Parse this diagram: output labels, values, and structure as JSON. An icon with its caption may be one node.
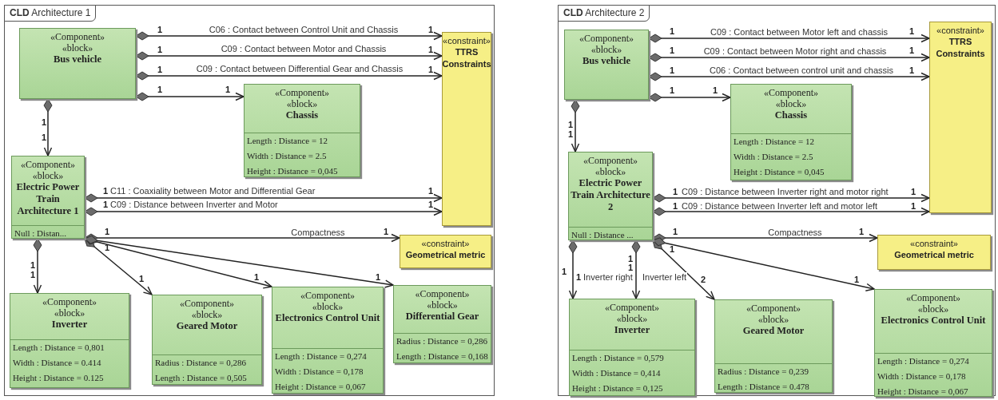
{
  "diagram": {
    "nodes": [
      {
        "text": [
          "**CLD** Architecture 1"
        ]
      },
      {
        "text": [
          "«Component»",
          "«block»",
          "Bus vehicle"
        ],
        "in": 0
      },
      {
        "text": [
          "«constraint»",
          "TTRS Constraints"
        ],
        "in": 0
      },
      {
        "text": [
          "«Component»",
          "«block»",
          "Chassis",
          "Length : Distance = 12",
          "Width : Distance = 2.5",
          "Height : Distance = 0,045"
        ],
        "in": 0
      },
      {
        "text": [
          "«Component»",
          "«block»",
          "Electric Power Train Architecture 1",
          "Null : Distan..."
        ],
        "in": 0
      },
      {
        "text": [
          "«constraint»",
          "Geometrical metric"
        ],
        "in": 0
      },
      {
        "text": [
          "«Component»",
          "«block»",
          "Inverter",
          "Length : Distance = 0,801",
          "Width : Distance = 0.414",
          "Height : Distance = 0.125"
        ],
        "in": 0
      },
      {
        "text": [
          "«Component»",
          "«block»",
          "Geared Motor",
          "Radius : Distance = 0,286",
          "Length : Distance = 0,505"
        ],
        "in": 0
      },
      {
        "text": [
          "«Component»",
          "«block»",
          "Electronics Control Unit",
          "Length : Distance = 0,274",
          "Width : Distance = 0,178",
          "Height : Distance = 0,067"
        ],
        "in": 0
      },
      {
        "text": [
          "«Component»",
          "«block»",
          "Differential Gear",
          "Radius : Distance = 0,286",
          "Length : Distance = 0,168"
        ],
        "in": 0
      },
      {
        "text": [
          "**CLD** Architecture 2"
        ]
      },
      {
        "text": [
          "«Component»",
          "«block»",
          "Bus vehicle"
        ],
        "in": 10
      },
      {
        "text": [
          "«constraint»",
          "TTRS Constraints"
        ],
        "in": 10
      },
      {
        "text": [
          "«Component»",
          "«block»",
          "Chassis",
          "Length : Distance = 12",
          "Width : Distance = 2.5",
          "Height : Distance = 0,045"
        ],
        "in": 10
      },
      {
        "text": [
          "«Component»",
          "«block»",
          "Electric Power Train Architecture 2",
          "Null : Distance ..."
        ],
        "in": 10
      },
      {
        "text": [
          "«constraint»",
          "Geometrical metric"
        ],
        "in": 10
      },
      {
        "text": [
          "«Component»",
          "«block»",
          "Inverter",
          "Length : Distance = 0,579",
          "Width : Distance = 0,414",
          "Height : Distance = 0,125"
        ],
        "in": 10
      },
      {
        "text": [
          "«Component»",
          "«block»",
          "Geared Motor",
          "Radius : Distance = 0,239",
          "Length : Distance = 0.478"
        ],
        "in": 10
      },
      {
        "text": [
          "«Component»",
          "«block»",
          "Electronics Control Unit",
          "Length : Distance = 0,274",
          "Width : Distance = 0,178",
          "Height : Distance = 0,067"
        ],
        "in": 10
      }
    ],
    "edges": [
      {
        "from": 1,
        "to": 2,
        "arrow": "to",
        "label": "C06 : Contact between Control Unit and Chassis"
      },
      {
        "from": 1,
        "to": 2,
        "arrow": "to",
        "label": "C09 : Contact between Motor and Chassis"
      },
      {
        "from": 1,
        "to": 2,
        "arrow": "to",
        "label": "C09 : Contact between Differential Gear and Chassis"
      },
      {
        "from": 1,
        "to": 3,
        "arrow": "to"
      },
      {
        "from": 1,
        "to": 4,
        "arrow": "to"
      },
      {
        "from": 4,
        "to": 2,
        "arrow": "to",
        "label": "C11 : Coaxiality between Motor and Differential Gear"
      },
      {
        "from": 4,
        "to": 2,
        "arrow": "to",
        "label": "C09 : Distance between Inverter and Motor"
      },
      {
        "from": 4,
        "to": 5,
        "arrow": "to",
        "label": "Compactness"
      },
      {
        "from": 4,
        "to": 6,
        "arrow": "to"
      },
      {
        "from": 4,
        "to": 7,
        "arrow": "to"
      },
      {
        "from": 4,
        "to": 8,
        "arrow": "to"
      },
      {
        "from": 4,
        "to": 9,
        "arrow": "to"
      },
      {
        "from": 11,
        "to": 12,
        "arrow": "to",
        "label": "C09 : Contact between Motor left and chassis"
      },
      {
        "from": 11,
        "to": 12,
        "arrow": "to",
        "label": "C09 : Contact between Motor right and chassis"
      },
      {
        "from": 11,
        "to": 12,
        "arrow": "to",
        "label": "C06 : Contact between control unit and chassis"
      },
      {
        "from": 11,
        "to": 13,
        "arrow": "to"
      },
      {
        "from": 11,
        "to": 14,
        "arrow": "to"
      },
      {
        "from": 14,
        "to": 12,
        "arrow": "to",
        "label": "C09 : Distance between Inverter right and motor right"
      },
      {
        "from": 14,
        "to": 12,
        "arrow": "to",
        "label": "C09 : Distance between Inverter left and motor left"
      },
      {
        "from": 14,
        "to": 15,
        "arrow": "to",
        "label": "Compactness"
      },
      {
        "from": 14,
        "to": 16,
        "arrow": "to",
        "label": "Inverter right"
      },
      {
        "from": 14,
        "to": 16,
        "arrow": "to",
        "label": "Inverter left"
      },
      {
        "from": 14,
        "to": 17,
        "arrow": "to"
      },
      {
        "from": 14,
        "to": 18,
        "arrow": "to"
      }
    ],
    "labels": [
      "1",
      "1",
      "1",
      "1",
      "1",
      "1",
      "1",
      "1",
      "1",
      "1",
      "1",
      "1",
      "1",
      "1",
      "1",
      "1",
      "1",
      "1",
      "1",
      "1",
      "1",
      "1",
      "1",
      "1",
      "1",
      "1",
      "1",
      "1",
      "1",
      "1",
      "1",
      "1",
      "1",
      "1",
      "1",
      "1",
      "1",
      "1",
      "1",
      "1",
      "1",
      "1",
      "1",
      "2",
      "1"
    ]
  }
}
